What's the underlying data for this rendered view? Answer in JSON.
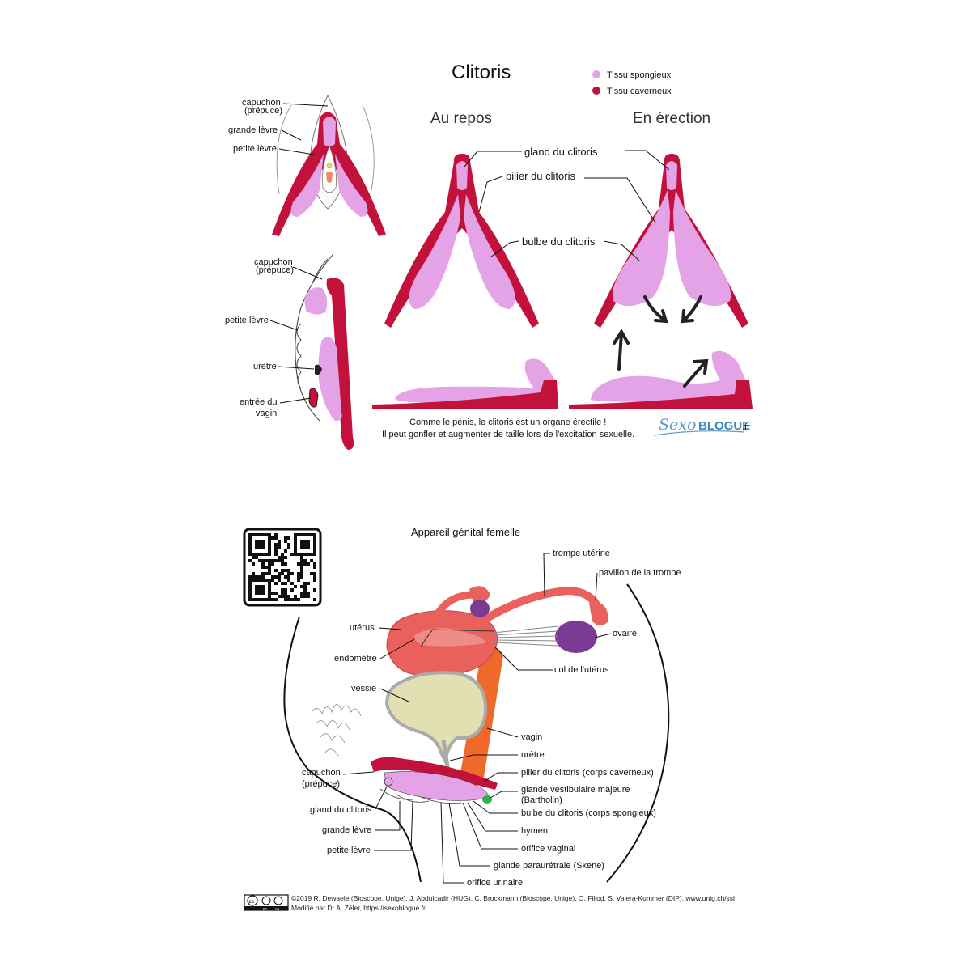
{
  "clitoris_sheet": {
    "title": "Clitoris",
    "legend": [
      {
        "label": "Tissu spongieux",
        "color": "#e3a3e6"
      },
      {
        "label": "Tissu caverneux",
        "color": "#c2113a"
      }
    ],
    "state_rest": "Au repos",
    "state_erect": "En érection",
    "labels": {
      "gland": "gland du clitoris",
      "pilier": "pilier du clitoris",
      "bulbe": "bulbe du clitoris"
    },
    "front_view": {
      "capuchon_1": "capuchon",
      "capuchon_2": "(prépuce)",
      "grande_levre": "grande lèvre",
      "petite_levre": "petite lèvre"
    },
    "side_view": {
      "capuchon_1": "capuchon",
      "capuchon_2": "(prépuce)",
      "petite_levre": "petite lèvre",
      "uretre": "urètre",
      "entree_1": "entrée du",
      "entree_2": "vagin"
    },
    "caption_1": "Comme le pénis, le clitoris est un organe érectile !",
    "caption_2": "Il peut gonfler et augmenter de taille lors de l'excitation sexuelle.",
    "logo_part1": "Sexo",
    "logo_part2": "BLOGUE",
    "logo_part3": ".fr"
  },
  "genital_sheet": {
    "title": "Appareil génital femelle",
    "labels": {
      "trompe": "trompe utérine",
      "pavillon": "pavillon de la trompe",
      "uterus": "utérus",
      "endometre": "endomètre",
      "ovaire": "ovaire",
      "col": "col de l'utérus",
      "vessie": "vessie",
      "vagin": "vagin",
      "uretre": "urètre",
      "capuchon_1": "capuchon",
      "capuchon_2": "(prépuce)",
      "pilier": "pilier du clitoris (corps caverneux)",
      "glande_1": "glande vestibulaire majeure",
      "glande_2": "(Bartholin)",
      "gland": "gland du clitoris",
      "bulbe": "bulbe du clitoris (corps spongieux)",
      "grande_levre": "grande lèvre",
      "hymen": "hymen",
      "petite_levre": "petite lèvre",
      "orifice_vaginal": "orifice vaginal",
      "skene": "glande paraurétrale (Skene)",
      "orifice_urinaire": "orifice urinaire"
    },
    "credit_1": "©2019 R. Dewaele (Bioscope, Unige), J. Abdulcadir (HUG), C. Brockmann (Bioscope, Unige), O. Fillod, S. Valera-Kummer (DIP), www.unig.ch/ssi",
    "credit_2": "Modifié par Dr A. Zéler, https://sexoblogue.fr",
    "license_badges": [
      "cc",
      "BY",
      "SA"
    ]
  },
  "colors": {
    "spongy": "#e3a3e6",
    "cavernous": "#c2113a",
    "uterus": "#e9605c",
    "vagina": "#ef6a2a",
    "ovary": "#7b3a93",
    "bladder": "#e2dfb3"
  }
}
